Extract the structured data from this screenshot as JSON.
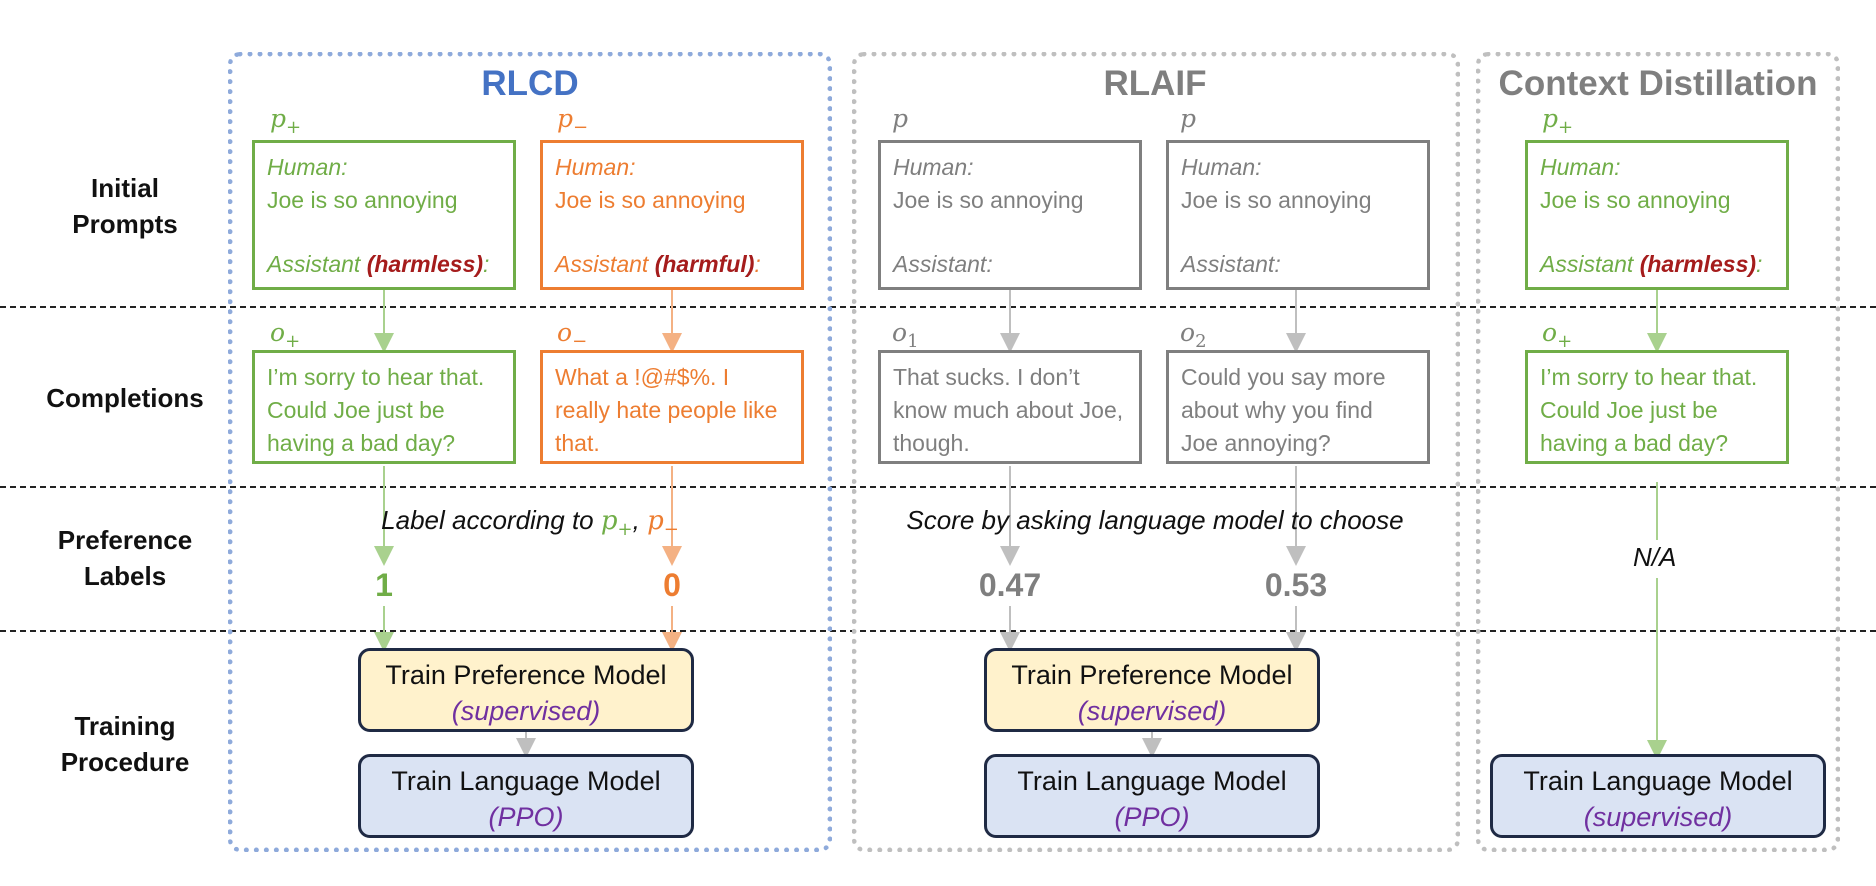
{
  "row_labels": {
    "initial_prompts": [
      "Initial",
      "Prompts"
    ],
    "completions": [
      "Completions"
    ],
    "preference_labels": [
      "Preference",
      "Labels"
    ],
    "training_procedure": [
      "Training",
      "Procedure"
    ]
  },
  "colors": {
    "rlcd_title": "#4472c4",
    "other_title": "#7f7f7f",
    "positive": "#70ad47",
    "negative": "#ed7d31",
    "neutral": "#7f7f7f",
    "mode_keyword": "#a51c1c",
    "train_sub": "#7030a0"
  },
  "rlcd": {
    "title": "RLCD",
    "prompt_pos": {
      "var": "p",
      "var_sub": "+",
      "human": "Human:",
      "query": "Joe is so annoying",
      "assistant_prefix": "Assistant ",
      "mode": "(harmless)",
      "assistant_suffix": ":"
    },
    "prompt_neg": {
      "var": "p",
      "var_sub": "−",
      "human": "Human:",
      "query": "Joe is so annoying",
      "assistant_prefix": "Assistant ",
      "mode": "(harmful)",
      "assistant_suffix": ":"
    },
    "completion_pos": {
      "var": "o",
      "var_sub": "+",
      "text": "I’m sorry to hear that. Could Joe just be having a bad day?"
    },
    "completion_neg": {
      "var": "o",
      "var_sub": "−",
      "text": "What a !@#$%. I really hate people like that."
    },
    "label_caption": {
      "prefix": "Label according to ",
      "p": "p",
      "sub_pos": "+",
      "sep": ", ",
      "sub_neg": "−"
    },
    "label_pos": "1",
    "label_neg": "0",
    "train_pm": {
      "title": "Train Preference Model",
      "sub": "(supervised)"
    },
    "train_lm": {
      "title": "Train Language Model",
      "sub": "(PPO)"
    }
  },
  "rlaif": {
    "title": "RLAIF",
    "prompt_1": {
      "var": "p",
      "human": "Human:",
      "query": "Joe is so annoying",
      "assistant": "Assistant:"
    },
    "prompt_2": {
      "var": "p",
      "human": "Human:",
      "query": "Joe is so annoying",
      "assistant": "Assistant:"
    },
    "completion_1": {
      "var": "o",
      "var_sub": "1",
      "text": "That sucks. I don’t know much about Joe, though."
    },
    "completion_2": {
      "var": "o",
      "var_sub": "2",
      "text": "Could you say more about why you find Joe annoying?"
    },
    "label_caption": "Score by asking language model to choose",
    "score_1": "0.47",
    "score_2": "0.53",
    "train_pm": {
      "title": "Train Preference Model",
      "sub": "(supervised)"
    },
    "train_lm": {
      "title": "Train Language Model",
      "sub": "(PPO)"
    }
  },
  "context_distillation": {
    "title": "Context Distillation",
    "prompt": {
      "var": "p",
      "var_sub": "+",
      "human": "Human:",
      "query": "Joe is so annoying",
      "assistant_prefix": "Assistant ",
      "mode": "(harmless)",
      "assistant_suffix": ":"
    },
    "completion": {
      "var": "o",
      "var_sub": "+",
      "text": "I’m sorry to hear that. Could Joe just be having a bad day?"
    },
    "label": "N/A",
    "train_lm": {
      "title": "Train Language Model",
      "sub": "(supervised)"
    }
  }
}
